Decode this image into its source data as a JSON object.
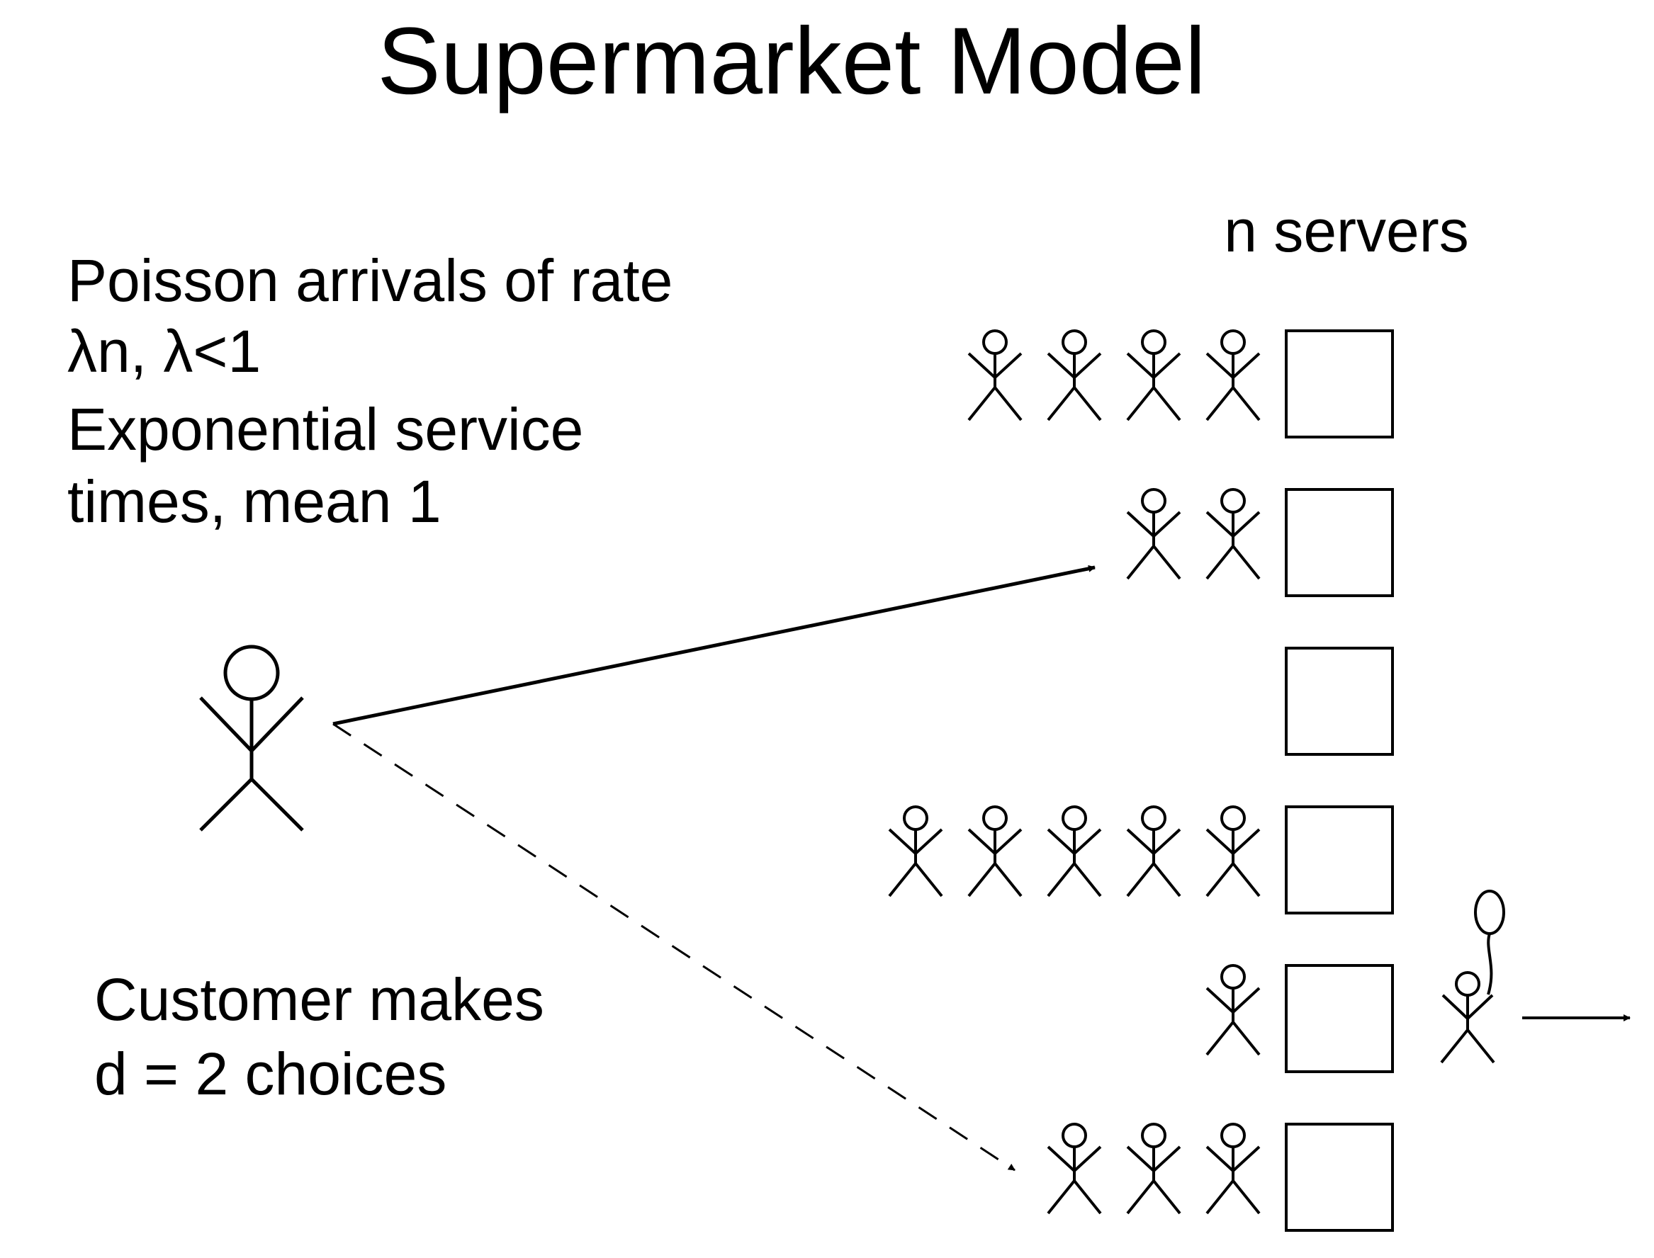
{
  "title": "Supermarket Model",
  "servers_label": "n servers",
  "arrivals_text": [
    "Poisson arrivals of rate",
    "λn, λ<1",
    "Exponential service",
    "times, mean 1"
  ],
  "choices_text": [
    "Customer makes",
    "d = 2 choices"
  ],
  "queues": [
    {
      "server": 1,
      "waiting_customers": 4
    },
    {
      "server": 2,
      "waiting_customers": 2
    },
    {
      "server": 3,
      "waiting_customers": 0
    },
    {
      "server": 4,
      "waiting_customers": 5
    },
    {
      "server": 5,
      "waiting_customers": 1
    },
    {
      "server": 6,
      "waiting_customers": 3
    }
  ],
  "choice_arrows": [
    {
      "target_server": 2,
      "style": "solid"
    },
    {
      "target_server": 6,
      "style": "dashed"
    }
  ],
  "departing_customer": {
    "from_server": 5,
    "has_balloon": true
  },
  "colors": {
    "ink": "#000000",
    "background": "#ffffff"
  }
}
